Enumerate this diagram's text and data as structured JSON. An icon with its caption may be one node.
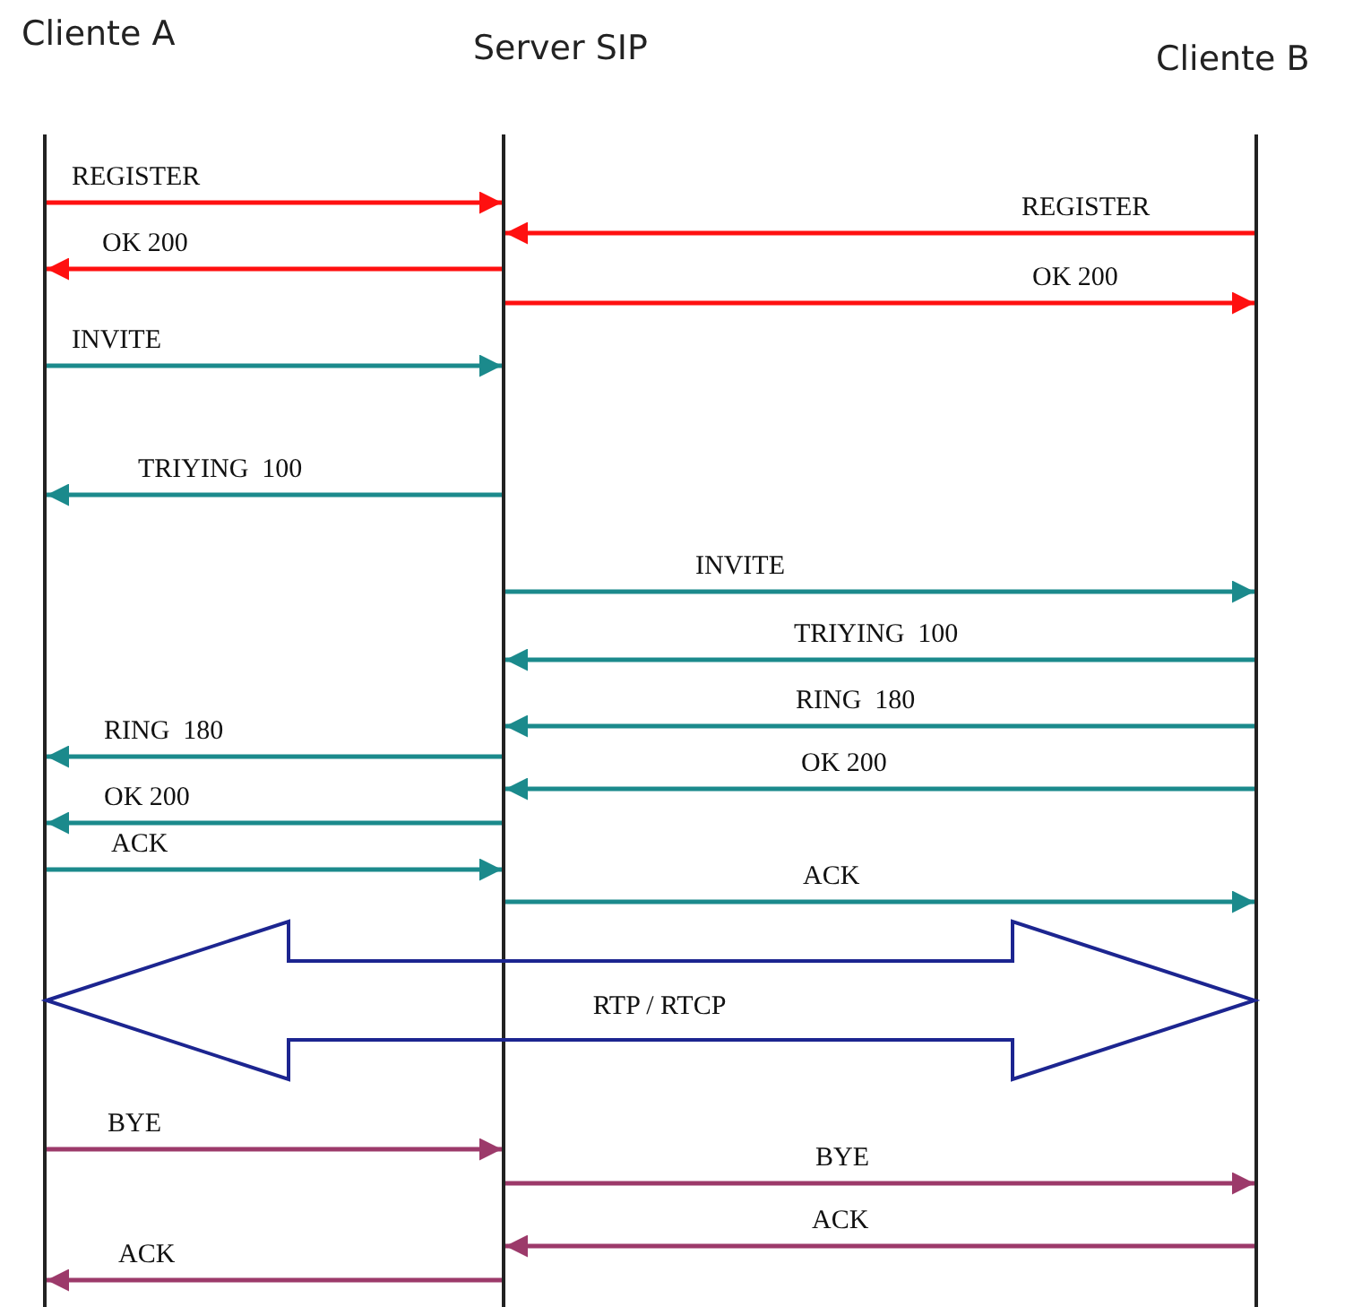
{
  "diagram": {
    "nodes": [
      {
        "text": [],
        "shape": "bar",
        "beside": [
          "Cliente A"
        ]
      },
      {
        "text": [],
        "shape": "bar",
        "beside": [
          "Server SIP"
        ]
      },
      {
        "text": [],
        "shape": "bar",
        "beside": [
          "Cliente B"
        ]
      }
    ],
    "edges": [
      {
        "from": 0,
        "to": 1,
        "arrow": "to",
        "label": "REGISTER",
        "color": "#ff1010"
      },
      {
        "from": 2,
        "to": 1,
        "arrow": "to",
        "label": "REGISTER",
        "color": "#ff1010"
      },
      {
        "from": 1,
        "to": 0,
        "arrow": "to",
        "label": "OK 200",
        "color": "#ff1010"
      },
      {
        "from": 1,
        "to": 2,
        "arrow": "to",
        "label": "OK 200",
        "color": "#ff1010"
      },
      {
        "from": 0,
        "to": 1,
        "arrow": "to",
        "label": "INVITE"
      },
      {
        "from": 1,
        "to": 0,
        "arrow": "to",
        "label": "TRIYING  100"
      },
      {
        "from": 1,
        "to": 2,
        "arrow": "to",
        "label": "INVITE"
      },
      {
        "from": 2,
        "to": 1,
        "arrow": "to",
        "label": "TRIYING  100"
      },
      {
        "from": 2,
        "to": 1,
        "arrow": "to",
        "label": "RING  180"
      },
      {
        "from": 1,
        "to": 0,
        "arrow": "to",
        "label": "RING  180"
      },
      {
        "from": 2,
        "to": 1,
        "arrow": "to",
        "label": "OK 200"
      },
      {
        "from": 1,
        "to": 0,
        "arrow": "to",
        "label": "OK 200"
      },
      {
        "from": 0,
        "to": 1,
        "arrow": "to",
        "label": "ACK"
      },
      {
        "from": 1,
        "to": 2,
        "arrow": "to",
        "label": "ACK"
      },
      {
        "from": 0,
        "to": 2,
        "arrow": "both",
        "label": "RTP / RTCP",
        "style": "thick",
        "color": "#1c2590"
      },
      {
        "from": 0,
        "to": 1,
        "arrow": "to",
        "label": "BYE",
        "color": "#9c3a6a"
      },
      {
        "from": 1,
        "to": 2,
        "arrow": "to",
        "label": "BYE",
        "color": "#9c3a6a"
      },
      {
        "from": 2,
        "to": 1,
        "arrow": "to",
        "label": "ACK",
        "color": "#9c3a6a"
      },
      {
        "from": 1,
        "to": 0,
        "arrow": "to",
        "label": "ACK",
        "color": "#9c3a6a"
      }
    ]
  }
}
